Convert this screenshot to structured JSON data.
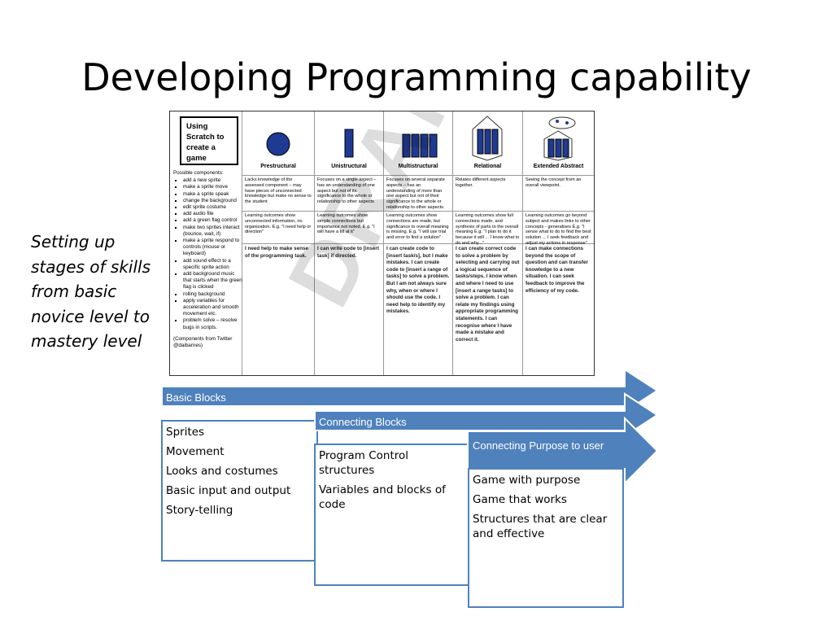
{
  "slide": {
    "title": "Developing Programming capability",
    "side_text": "Setting up stages of skills from basic novice level to mastery level"
  },
  "rubric": {
    "scratch_box": "Using Scratch to create a game",
    "components_heading": "Possible components:",
    "components": [
      "add a new sprite",
      "make a sprite move",
      "make a sprite speak",
      "change the background",
      "edit sprite costume",
      "add audio file",
      "add a green flag control",
      "make two sprites interact (bounce, wait, if)",
      "make a sprite respond to controls (mouse or keyboard)",
      "add sound effect to a specific sprite action",
      "add background music that starts when the green flag is clicked",
      "rolling background",
      "apply variables for acceleration and smooth movement etc.",
      "problem solve – resolve bugs in scripts."
    ],
    "components_credit": "(Components from Twitter @daibarnes)",
    "watermark": "DRAFT",
    "levels": [
      {
        "name": "Prestructural",
        "description": "Lacks knowledge of the assessed component – may have pieces of unconnected knowledge but make no sense to the student",
        "outcome": "Learning outcomes show unconnected information, no organization. E.g. \"I need help or direction\"",
        "student": "I need help to make sense of the programming task."
      },
      {
        "name": "Unistructural",
        "description": "Focuses on a single aspect – has an understanding of one aspect but not of its significance to the whole or relationship to other aspects",
        "outcome": "Learning outcomes show simple connections but importance not noted. E.g. \"I will have a tilt at it\"",
        "student": "I can write code to [insert task] if directed."
      },
      {
        "name": "Multistructural",
        "description": "Focuses on several separate aspects – has an understanding of more than one aspect but not of their significance to the whole or relationship to other aspects.",
        "outcome": "Learning outcomes show connections are made, but significance to overall meaning is missing. E.g. \"I will use trial and error to find a solution\"",
        "student": "I can create code to [insert task/s], but I make mistakes. I can create code to [insert a range of tasks] to solve a problem. But I am not always sure why, when or where I should use the code. I need help to identify my mistakes."
      },
      {
        "name": "Relational",
        "description": "Relates different aspects together.",
        "outcome": "Learning outcomes show full connections made, and synthesis of parts to the overall meaning E.g. \"I plan to do it because it will ... I know what to do and why...\"",
        "student": "I can create correct code to solve a problem by selecting and carrying out a logical sequence of tasks/steps. I know when and where I need to use [insert a range tasks] to solve a problem. I can relate my findings using appropriate programming statements. I can recognise where I have made a mistake and correct it."
      },
      {
        "name": "Extended Abstract",
        "description": "Seeing the concept from an overall viewpoint.",
        "outcome": "Learning outcomes go beyond subject and makes links to other concepts - generalises E.g. \"I sense what to do to find the best solution ... I seek feedback and adjust my actions in response\"",
        "student": "I can make connections beyond the scope of question and can transfer knowledge to a new situation. I can seek feedback to improve the efficiency of my code."
      }
    ]
  },
  "process": {
    "stages": [
      {
        "label": "Basic Blocks",
        "items": [
          "Sprites",
          "Movement",
          "Looks and costumes",
          "Basic input and output",
          "Story-telling"
        ]
      },
      {
        "label": "Connecting Blocks",
        "items": [
          "Program Control structures",
          "Variables and blocks of code"
        ]
      },
      {
        "label": "Connecting Purpose to user",
        "items": [
          "Game with purpose",
          "Game that works",
          "Structures that are clear and effective"
        ]
      }
    ],
    "colors": {
      "arrow_fill": "#4f81bd",
      "arrow_border": "#ffffff",
      "box_border": "#4f81bd"
    }
  }
}
